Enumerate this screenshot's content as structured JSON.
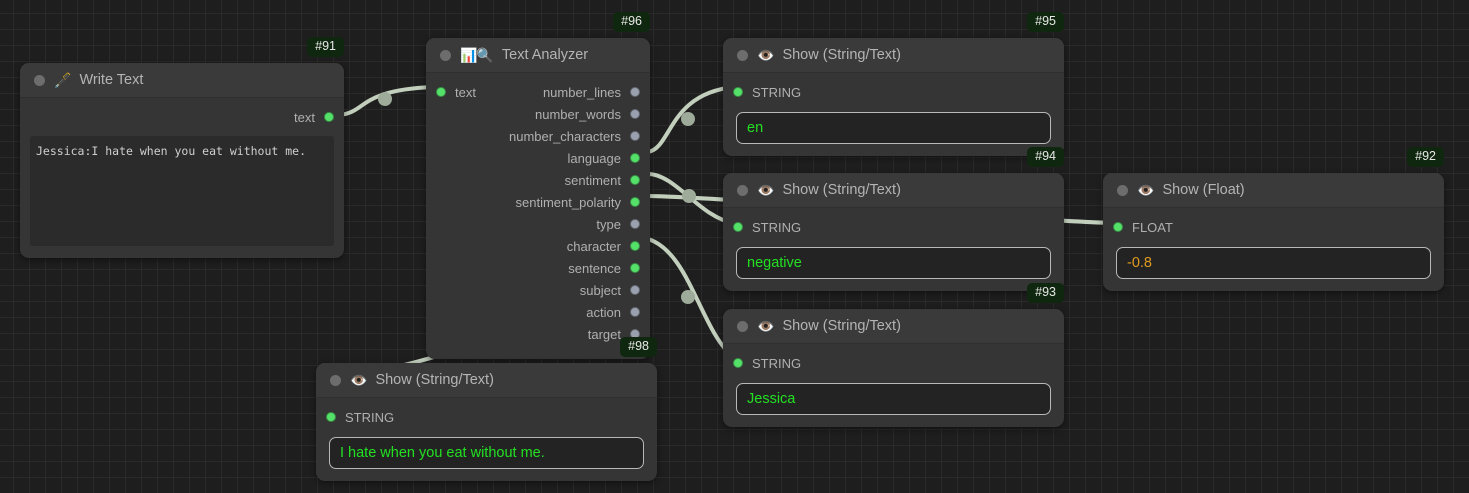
{
  "canvas": {
    "background_color": "#1e1e1e",
    "grid_minor_color": "#2a2a2a",
    "grid_major_color": "#343434"
  },
  "colors": {
    "pin_connected": "#55e06a",
    "pin_unconnected": "#9aa0ae",
    "string_value": "#23e023",
    "float_value": "#e09a20",
    "node_body": "#353535",
    "node_header": "#3a3a3a",
    "badge": "#10270f",
    "edge": "#c3cfbd"
  },
  "nodes": [
    {
      "id": "#91",
      "title": "Write Text",
      "icon": "pen-nib-icon",
      "icon_glyph": "🖋️",
      "outputs": [
        {
          "label": "text",
          "connected": true
        }
      ],
      "textarea_value": "Jessica:I hate when you eat without me."
    },
    {
      "id": "#96",
      "title": "Text Analyzer",
      "icon": "bar-chart-magnifier-icon",
      "icon_glyph": "📊🔍",
      "inputs": [
        {
          "label": "text",
          "connected": true
        }
      ],
      "outputs": [
        {
          "label": "number_lines",
          "connected": false
        },
        {
          "label": "number_words",
          "connected": false
        },
        {
          "label": "number_characters",
          "connected": false
        },
        {
          "label": "language",
          "connected": true
        },
        {
          "label": "sentiment",
          "connected": true
        },
        {
          "label": "sentiment_polarity",
          "connected": true
        },
        {
          "label": "type",
          "connected": false
        },
        {
          "label": "character",
          "connected": true
        },
        {
          "label": "sentence",
          "connected": true
        },
        {
          "label": "subject",
          "connected": false
        },
        {
          "label": "action",
          "connected": false
        },
        {
          "label": "target",
          "connected": false
        }
      ]
    },
    {
      "id": "#95",
      "title": "Show (String/Text)",
      "icon": "eye-icon",
      "icon_glyph": "👁️",
      "inputs": [
        {
          "label": "STRING",
          "connected": true
        }
      ],
      "value": "en",
      "value_type": "string"
    },
    {
      "id": "#94",
      "title": "Show (String/Text)",
      "icon": "eye-icon",
      "icon_glyph": "👁️",
      "inputs": [
        {
          "label": "STRING",
          "connected": true
        }
      ],
      "value": "negative",
      "value_type": "string"
    },
    {
      "id": "#92",
      "title": "Show (Float)",
      "icon": "eye-icon",
      "icon_glyph": "👁️",
      "inputs": [
        {
          "label": "FLOAT",
          "connected": true
        }
      ],
      "value": "-0.8",
      "value_type": "float"
    },
    {
      "id": "#93",
      "title": "Show (String/Text)",
      "icon": "eye-icon",
      "icon_glyph": "👁️",
      "inputs": [
        {
          "label": "STRING",
          "connected": true
        }
      ],
      "value": "Jessica",
      "value_type": "string"
    },
    {
      "id": "#98",
      "title": "Show (String/Text)",
      "icon": "eye-icon",
      "icon_glyph": "👁️",
      "inputs": [
        {
          "label": "STRING",
          "connected": true
        }
      ],
      "value": "I hate when you eat without me.",
      "value_type": "string"
    }
  ],
  "edges": [
    {
      "from": "#91.text",
      "to": "#96.text"
    },
    {
      "from": "#96.language",
      "to": "#95.STRING"
    },
    {
      "from": "#96.sentiment",
      "to": "#94.STRING"
    },
    {
      "from": "#96.sentiment_polarity",
      "to": "#92.FLOAT"
    },
    {
      "from": "#96.character",
      "to": "#93.STRING"
    },
    {
      "from": "#96.sentence",
      "to": "#98.STRING"
    }
  ]
}
